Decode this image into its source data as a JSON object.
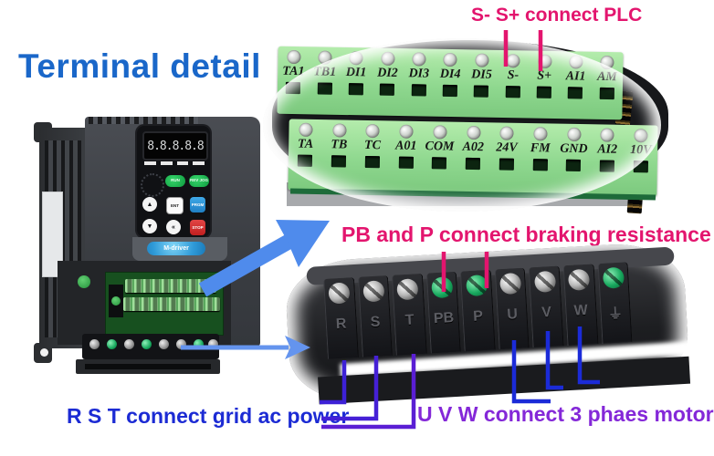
{
  "title": "Terminal detail",
  "annotations": {
    "plc": "S- S+ connect PLC",
    "braking": "PB and P connect braking resistance",
    "grid_power": "R S T connect grid ac power",
    "motor": "U V W connect 3 phaes motor"
  },
  "control_terminals": {
    "row1": [
      "TA1",
      "TB1",
      "DI1",
      "DI2",
      "DI3",
      "DI4",
      "DI5",
      "S-",
      "S+",
      "AI1",
      "AM"
    ],
    "row2": [
      "TA",
      "TB",
      "TC",
      "A01",
      "COM",
      "A02",
      "24V",
      "FM",
      "GND",
      "AI2",
      "10V"
    ]
  },
  "power_terminals": [
    {
      "label": "R",
      "screw": "silver"
    },
    {
      "label": "S",
      "screw": "silver"
    },
    {
      "label": "T",
      "screw": "silver"
    },
    {
      "label": "PB",
      "screw": "green"
    },
    {
      "label": "P",
      "screw": "green"
    },
    {
      "label": "U",
      "screw": "silver"
    },
    {
      "label": "V",
      "screw": "silver"
    },
    {
      "label": "W",
      "screw": "silver"
    },
    {
      "label": "⏚",
      "screw": "green"
    }
  ],
  "device": {
    "display": "8.8.8.8.8",
    "brand": "M-driver",
    "buttons": {
      "run": "RUN",
      "jog": "REV JOG",
      "up": "▲",
      "down": "▼",
      "ent": "ENT",
      "shift": "«",
      "prgm": "PRGM",
      "stop": "STOP"
    }
  },
  "colors": {
    "title_blue": "#1a67c9",
    "annotation_pink": "#e3156e",
    "annotation_blue": "#1c2bd4",
    "annotation_purple": "#8428d8",
    "leader_blue": "#1b2bd8",
    "leader_violet": "#4520d6",
    "arrow_blue": "#4f8bec",
    "terminal_green": "#8fd88f"
  }
}
